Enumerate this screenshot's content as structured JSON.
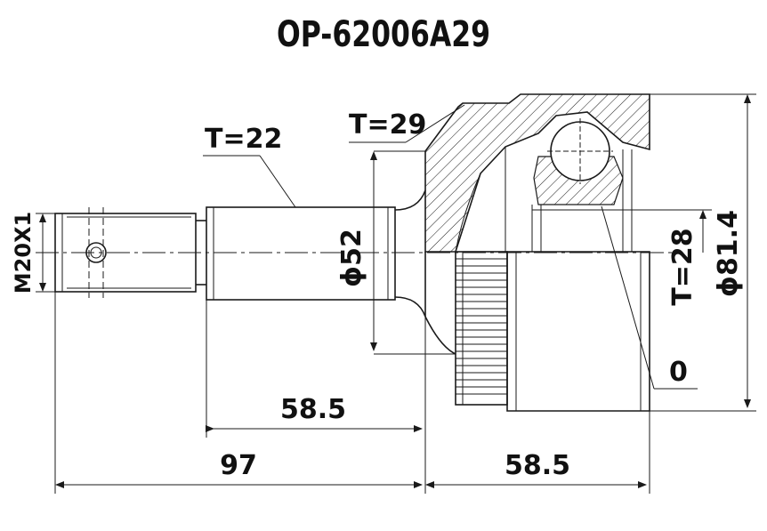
{
  "title": "OP-62006A29",
  "labels": {
    "t22": "T=22",
    "t29": "T=29",
    "thread": "M20X1",
    "phi52": "ϕ52",
    "t28": "T=28",
    "phi814": "ϕ81.4",
    "zero": "0"
  },
  "dimensions": {
    "shaft_length": "58.5",
    "total_length": "97",
    "housing_length": "58.5"
  }
}
